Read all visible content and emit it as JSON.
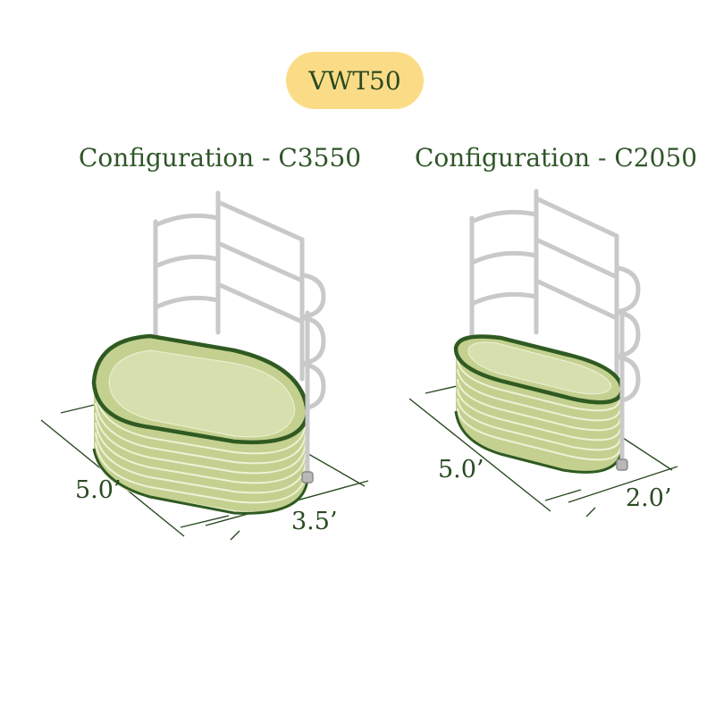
{
  "badge": {
    "label": "VWT50",
    "color": "#fbdc86"
  },
  "colors": {
    "bed_fill": "#c4d08f",
    "bed_stripe": "#eef1d6",
    "bed_rim": "#2f5a22",
    "trellis": "#c9c9c9",
    "dimension_line": "#2a4a22"
  },
  "configurations": [
    {
      "title": "Configuration - C3550",
      "length_label": "5.0’",
      "width_label": "3.5’"
    },
    {
      "title": "Configuration - C2050",
      "length_label": "5.0’",
      "width_label": "2.0’"
    }
  ]
}
